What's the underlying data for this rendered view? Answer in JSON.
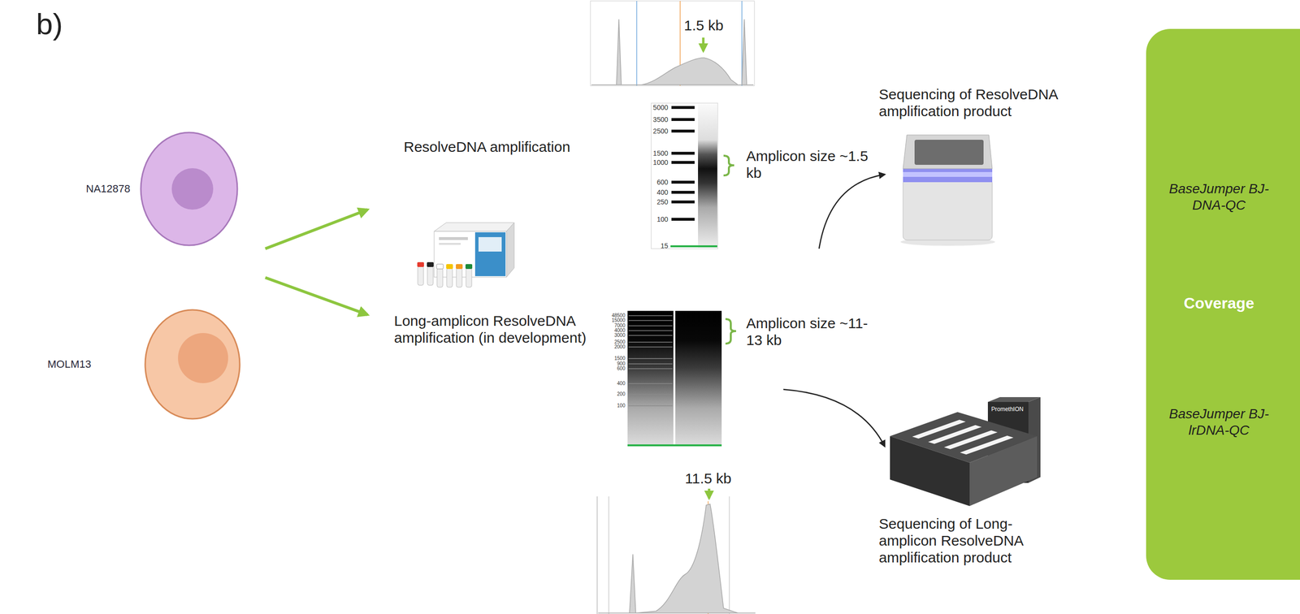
{
  "diagram": {
    "nodes": [
      {
        "text": [
          "NA12878"
        ]
      },
      {
        "text": [
          "MOLM13"
        ]
      },
      {
        "text": [
          "BaseJumper BJ-DNA-QC",
          "Coverage",
          "BaseJumper BJ-lrDNA-QC"
        ]
      }
    ],
    "labels": [
      "b)",
      "ResolveDNA amplification",
      "1.5 kb",
      "5000",
      "3500",
      "2500",
      "1500",
      "1000",
      "600",
      "400",
      "250",
      "100",
      "15",
      "Amplicon size ~1.5 kb",
      "Sequencing of ResolveDNA amplification product",
      "Long-amplicon ResolveDNA amplification (in development)",
      "48500",
      "15000",
      "7000",
      "4000",
      "3000",
      "2500",
      "2000",
      "1500",
      "900",
      "600",
      "400",
      "200",
      "100",
      "Amplicon size ~11-13 kb",
      "11.5 kb",
      "Sequencing of Long-amplicon ResolveDNA amplification product",
      "PromethION"
    ]
  }
}
